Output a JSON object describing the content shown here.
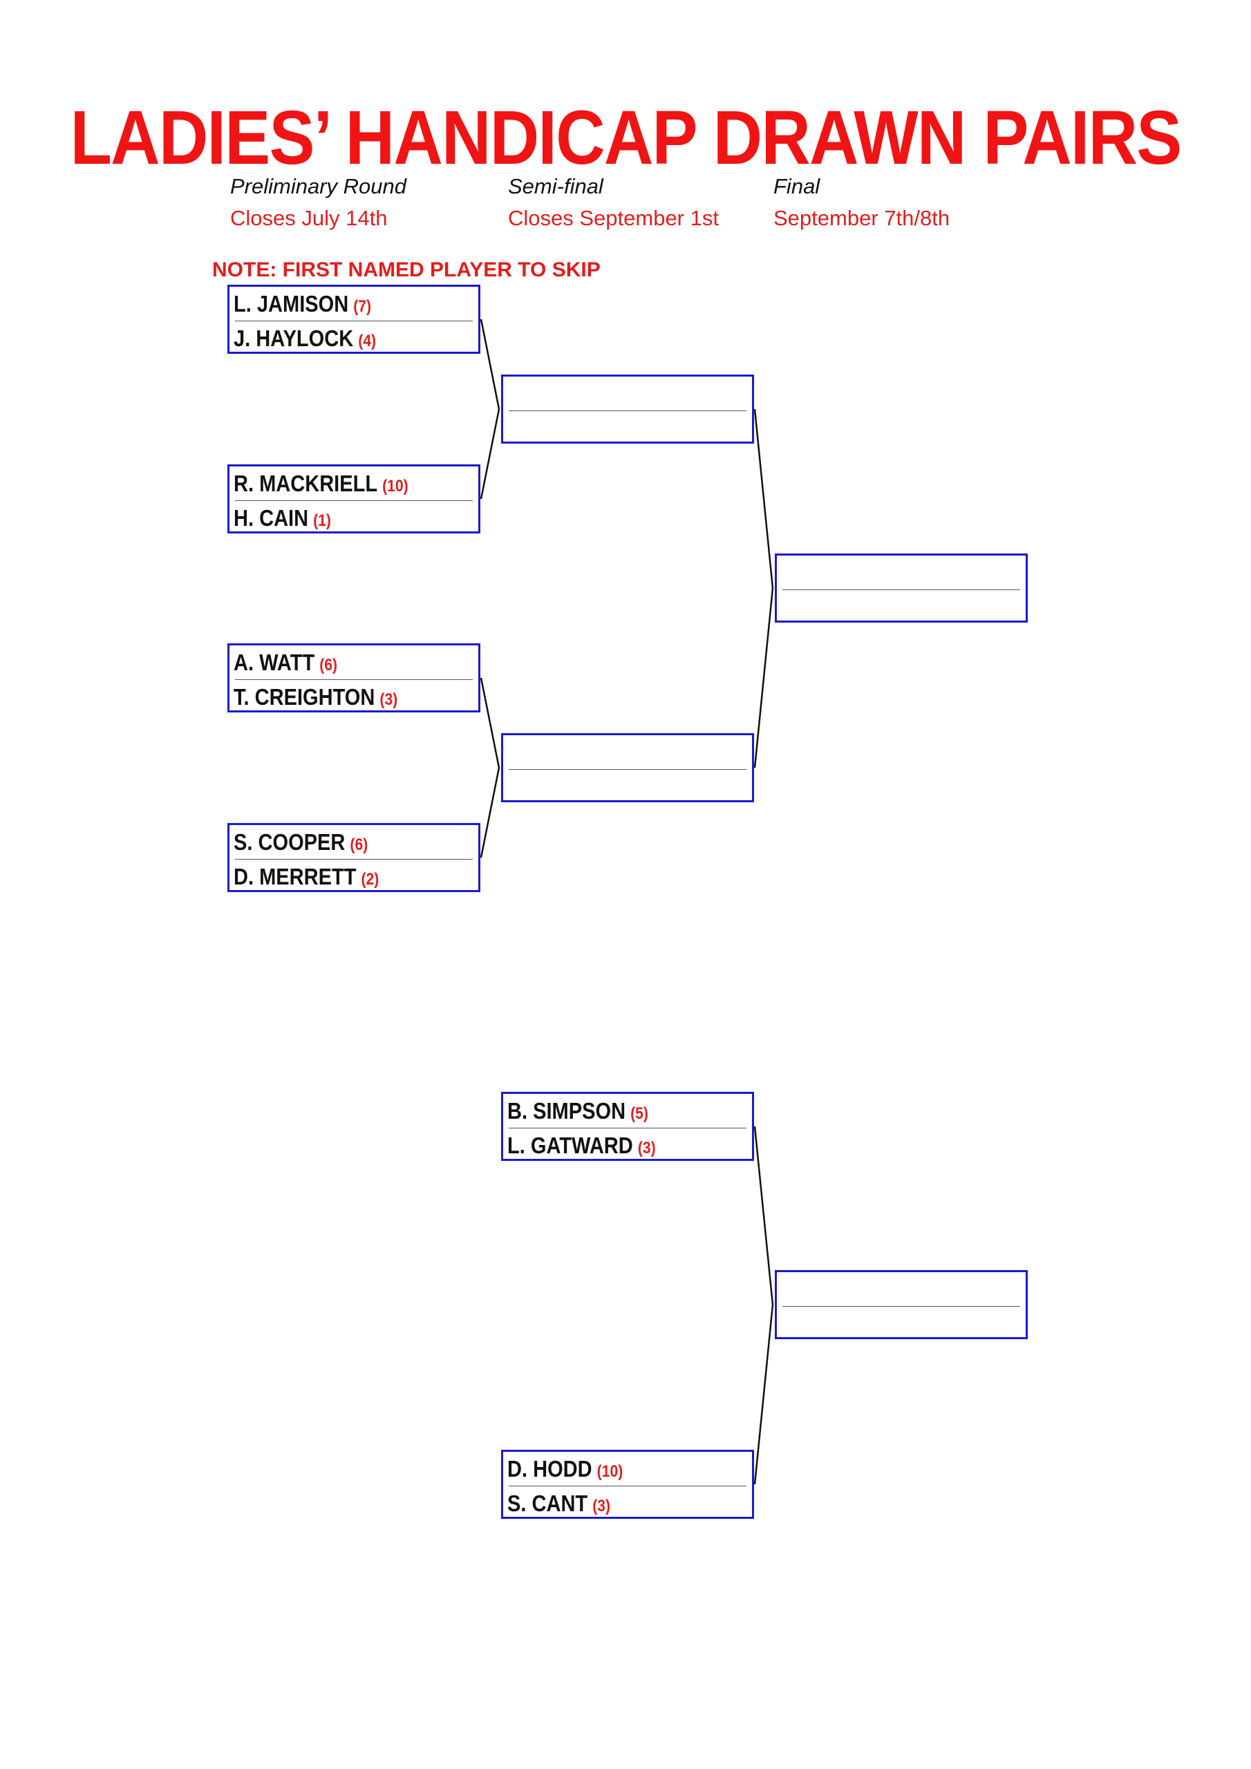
{
  "title": "LADIES’ HANDICAP DRAWN PAIRS",
  "rounds": [
    {
      "name": "Preliminary Round",
      "closes": "Closes July 14th"
    },
    {
      "name": "Semi-final",
      "closes": "Closes September 1st"
    },
    {
      "name": "Final",
      "closes": "September 7th/8th"
    }
  ],
  "note": "NOTE: FIRST NAMED PLAYER TO SKIP",
  "pairs": {
    "prelim_1": {
      "p1": {
        "name": "L. JAMISON",
        "hcp": "(7)"
      },
      "p2": {
        "name": "J. HAYLOCK",
        "hcp": "(4)"
      }
    },
    "prelim_2": {
      "p1": {
        "name": "R. MACKRIELL",
        "hcp": "(10)"
      },
      "p2": {
        "name": "H. CAIN",
        "hcp": "(1)"
      }
    },
    "prelim_3": {
      "p1": {
        "name": "A. WATT",
        "hcp": "(6)"
      },
      "p2": {
        "name": "T. CREIGHTON",
        "hcp": "(3)"
      }
    },
    "prelim_4": {
      "p1": {
        "name": "S. COOPER",
        "hcp": "(6)"
      },
      "p2": {
        "name": "D. MERRETT",
        "hcp": "(2)"
      }
    },
    "semi_3": {
      "p1": {
        "name": "B. SIMPSON",
        "hcp": "(5)"
      },
      "p2": {
        "name": "L. GATWARD",
        "hcp": "(3)"
      }
    },
    "semi_4": {
      "p1": {
        "name": "D. HODD",
        "hcp": "(10)"
      },
      "p2": {
        "name": "S. CANT",
        "hcp": "(3)"
      }
    }
  }
}
